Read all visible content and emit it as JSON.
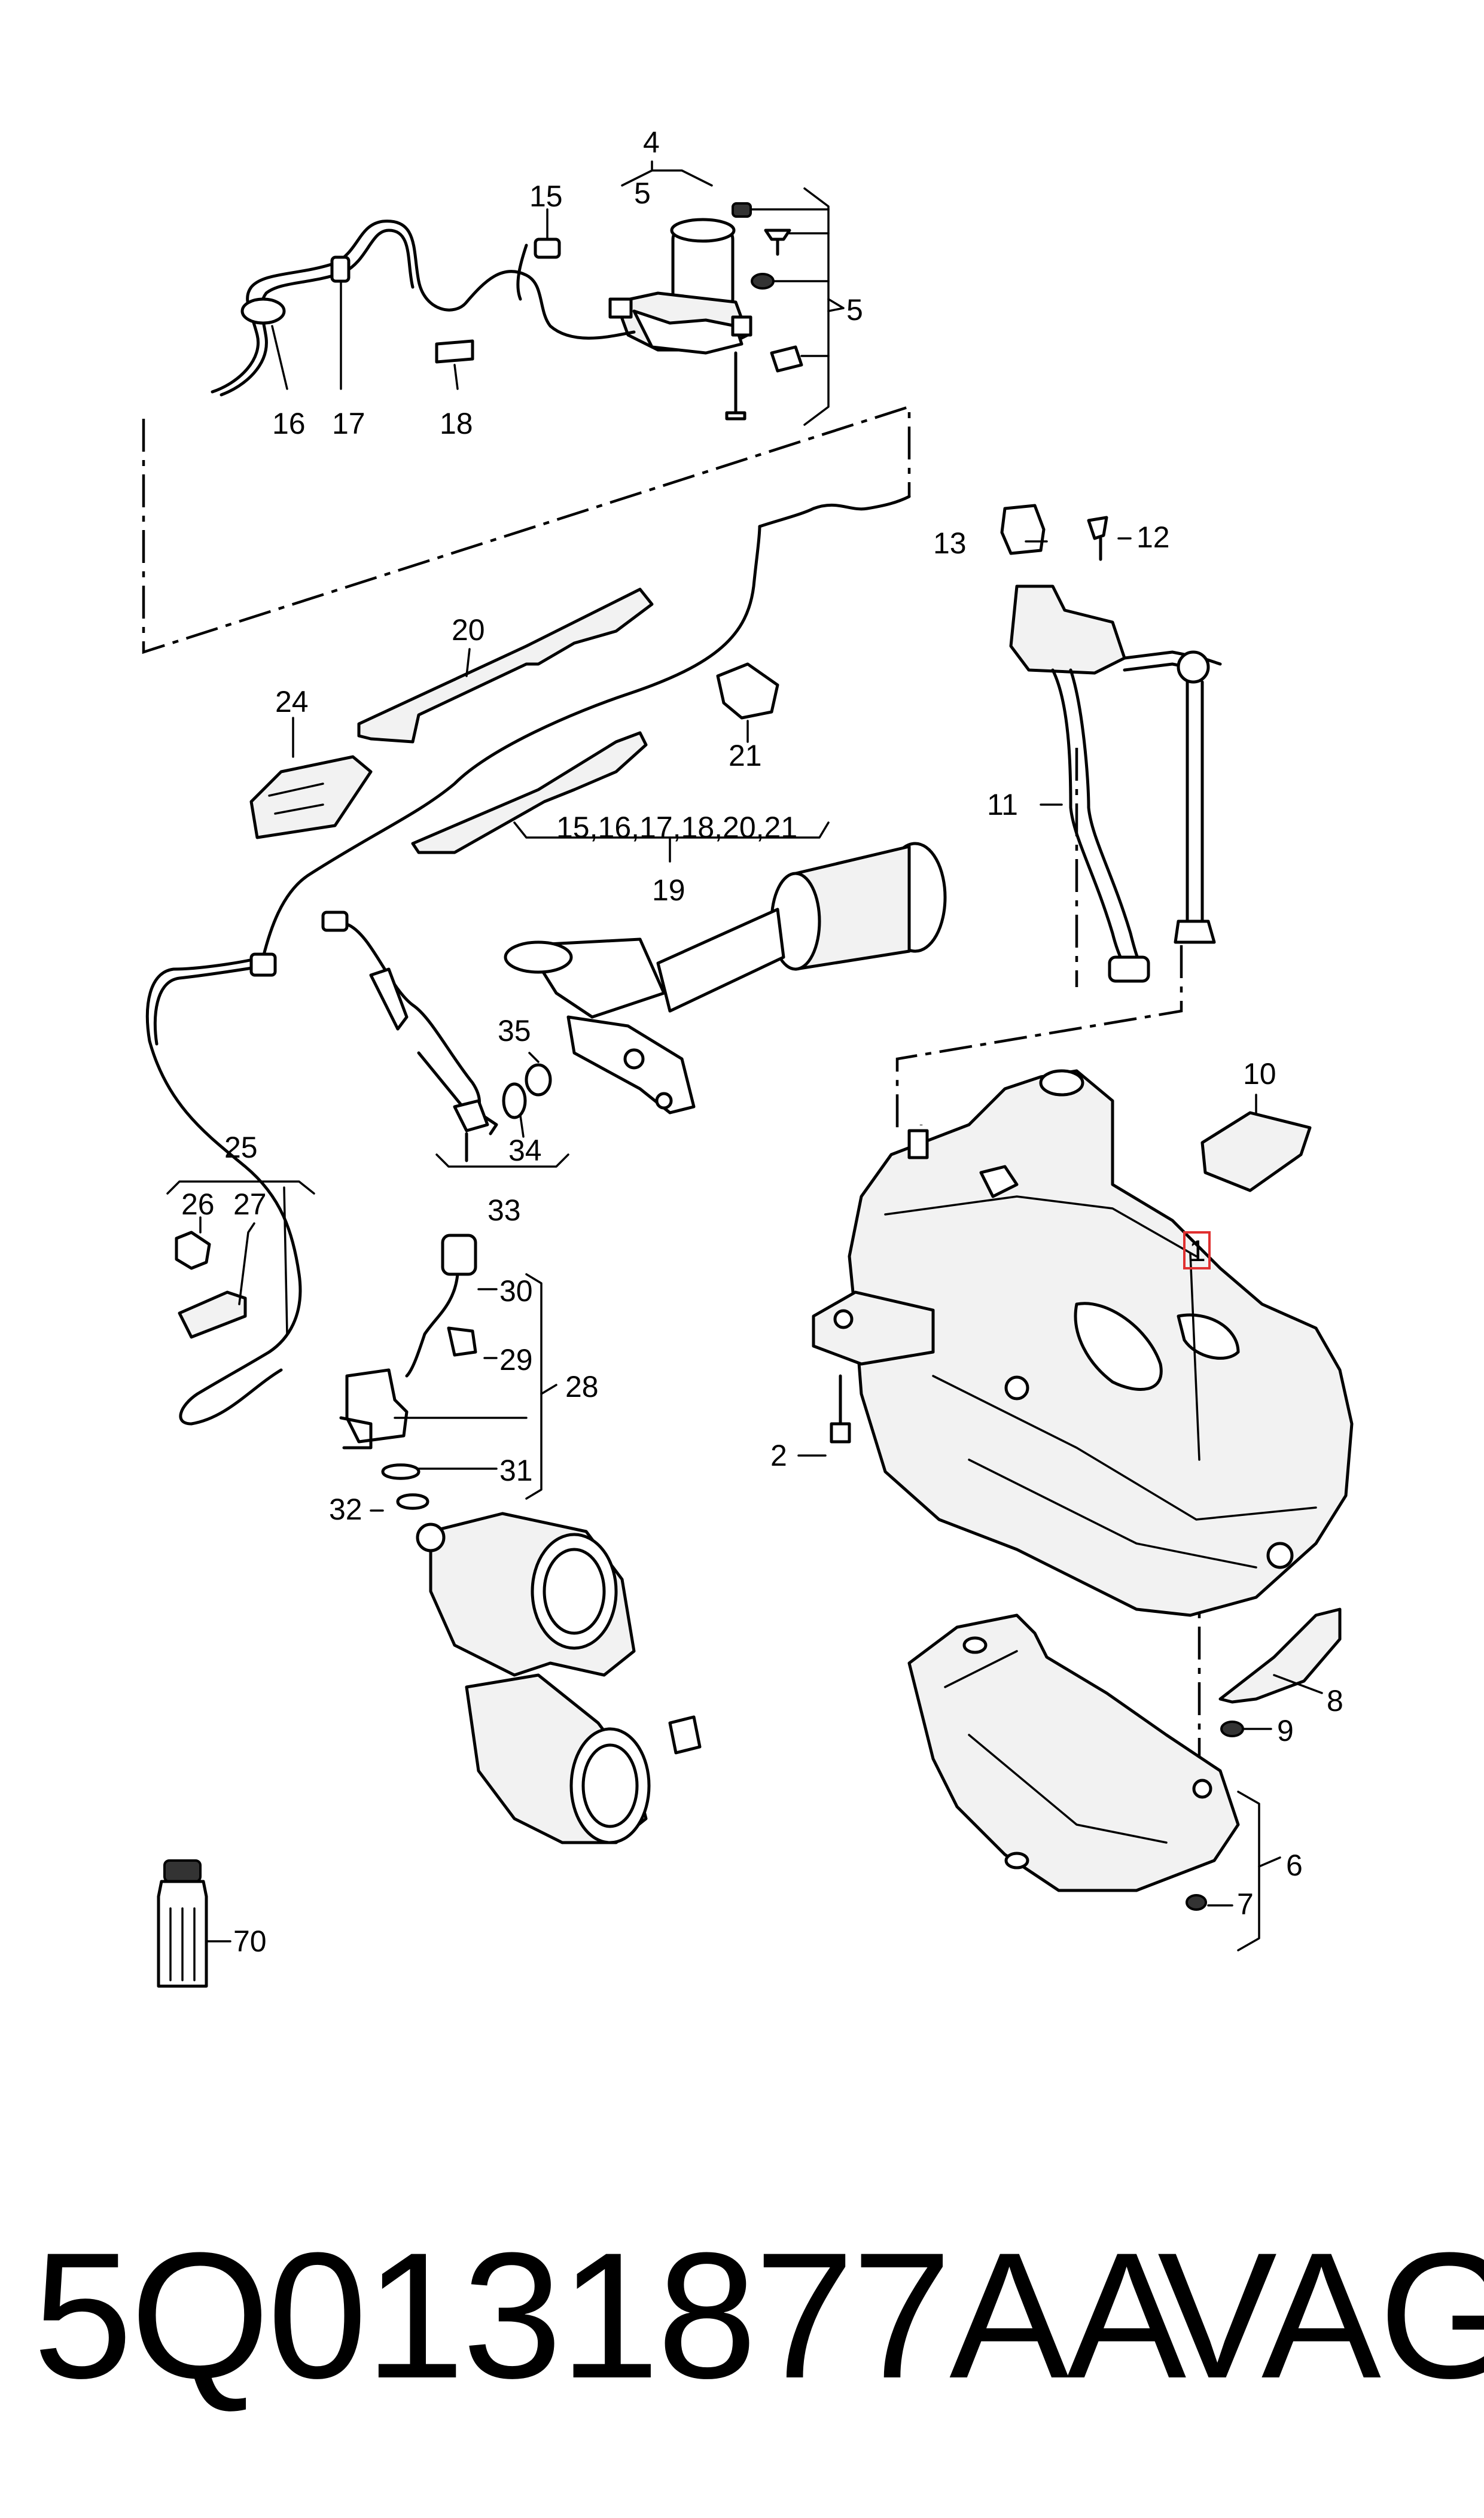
{
  "diagram": {
    "callouts": {
      "c1": "1",
      "c2": "2",
      "c4": "4",
      "c5a": "5",
      "c5b": "5",
      "c6": "6",
      "c7": "7",
      "c8": "8",
      "c9": "9",
      "c10": "10",
      "c11": "11",
      "c12": "12",
      "c13": "13",
      "c15": "15",
      "c16": "16",
      "c17": "17",
      "c18": "18",
      "c19": "19",
      "c19group": "15,16,17,18,20,21",
      "c20": "20",
      "c21": "21",
      "c24": "24",
      "c25": "25",
      "c26": "26",
      "c27": "27",
      "c28": "28",
      "c29": "29",
      "c30": "30",
      "c31": "31",
      "c32": "32",
      "c33": "33",
      "c34": "34",
      "c35": "35",
      "c70": "70"
    },
    "highlighted_callout": "1",
    "highlight_color": "#e03030"
  },
  "caption": {
    "part_number": "5Q0131877AA",
    "brand": "VAG"
  }
}
